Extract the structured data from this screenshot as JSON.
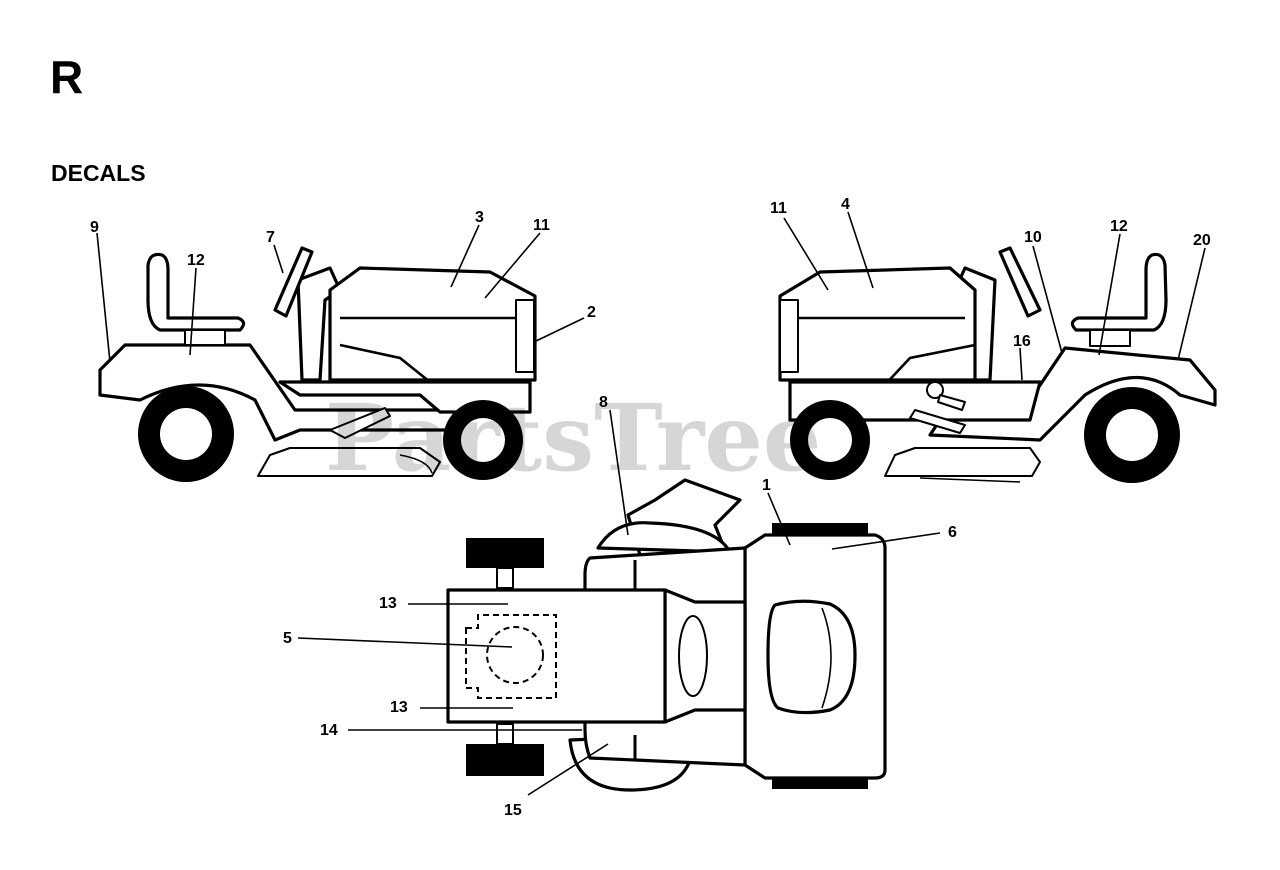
{
  "section_letter": "R",
  "section_title": "DECALS",
  "watermark": "PartsTree",
  "callouts": {
    "c1": "1",
    "c2": "2",
    "c3": "3",
    "c4": "4",
    "c5": "5",
    "c6": "6",
    "c7": "7",
    "c8": "8",
    "c9": "9",
    "c10": "10",
    "c11a": "11",
    "c11b": "11",
    "c12a": "12",
    "c12b": "12",
    "c13a": "13",
    "c13b": "13",
    "c14": "14",
    "c15": "15",
    "c16": "16",
    "c20": "20"
  }
}
